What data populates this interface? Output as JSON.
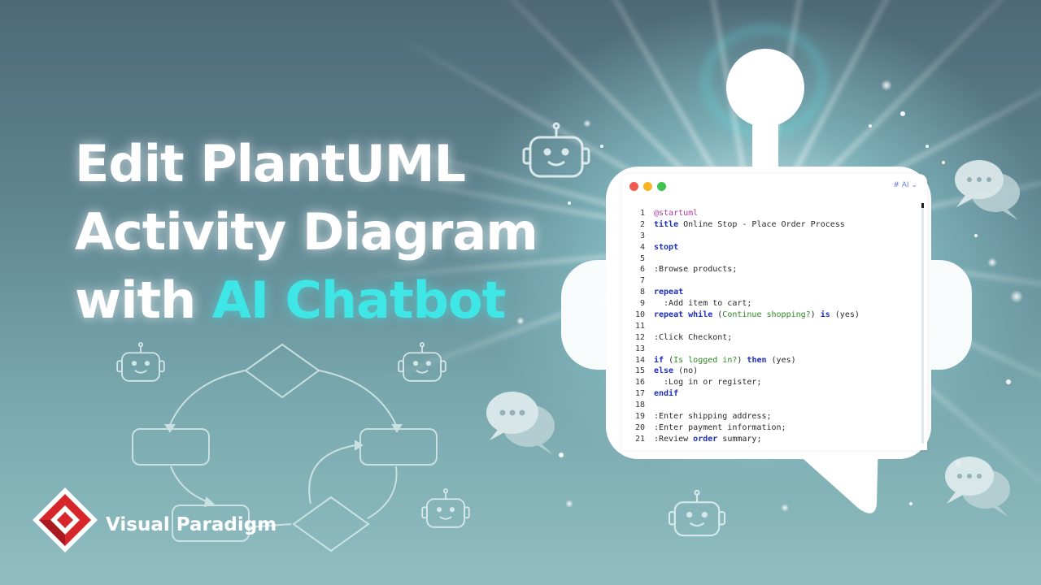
{
  "headline": {
    "line1": "Edit PlantUML",
    "line2": "Activity Diagram",
    "line3_prefix": "with ",
    "line3_accent": "AI Chatbot"
  },
  "editor": {
    "ai_label": "# AI ⌄",
    "lines": [
      {
        "n": "1",
        "parts": [
          {
            "t": "@startuml",
            "c": "dir"
          }
        ]
      },
      {
        "n": "2",
        "parts": [
          {
            "t": "title",
            "c": "kw"
          },
          {
            "t": " Online Stop - Place Order Process",
            "c": ""
          }
        ]
      },
      {
        "n": "3",
        "parts": []
      },
      {
        "n": "4",
        "parts": [
          {
            "t": "stopt",
            "c": "kw"
          }
        ]
      },
      {
        "n": "5",
        "parts": []
      },
      {
        "n": "6",
        "parts": [
          {
            "t": ":Browse products;",
            "c": ""
          }
        ]
      },
      {
        "n": "7",
        "parts": []
      },
      {
        "n": "8",
        "parts": [
          {
            "t": "repeat",
            "c": "kw"
          }
        ]
      },
      {
        "n": "9",
        "parts": [
          {
            "t": "  :Add item to cart;",
            "c": ""
          }
        ]
      },
      {
        "n": "10",
        "parts": [
          {
            "t": "repeat while",
            "c": "kw"
          },
          {
            "t": " (",
            "c": ""
          },
          {
            "t": "Continue shopping?",
            "c": "str"
          },
          {
            "t": ") ",
            "c": ""
          },
          {
            "t": "is",
            "c": "kw"
          },
          {
            "t": " (yes)",
            "c": ""
          }
        ]
      },
      {
        "n": "11",
        "parts": []
      },
      {
        "n": "12",
        "parts": [
          {
            "t": ":Click Checkont;",
            "c": ""
          }
        ]
      },
      {
        "n": "13",
        "parts": []
      },
      {
        "n": "14",
        "parts": [
          {
            "t": "if",
            "c": "kw"
          },
          {
            "t": " (",
            "c": ""
          },
          {
            "t": "Is logged in?",
            "c": "str"
          },
          {
            "t": ") ",
            "c": ""
          },
          {
            "t": "then",
            "c": "kw"
          },
          {
            "t": " (yes)",
            "c": ""
          }
        ]
      },
      {
        "n": "15",
        "parts": [
          {
            "t": "else",
            "c": "kw"
          },
          {
            "t": " (no)",
            "c": ""
          }
        ]
      },
      {
        "n": "16",
        "parts": [
          {
            "t": "  :Log in or register;",
            "c": ""
          }
        ]
      },
      {
        "n": "17",
        "parts": [
          {
            "t": "endif",
            "c": "kw"
          }
        ]
      },
      {
        "n": "18",
        "parts": []
      },
      {
        "n": "19",
        "parts": [
          {
            "t": ":Enter shipping address;",
            "c": ""
          }
        ]
      },
      {
        "n": "20",
        "parts": [
          {
            "t": ":Enter payment information;",
            "c": ""
          }
        ]
      },
      {
        "n": "21",
        "parts": [
          {
            "t": ":Review ",
            "c": ""
          },
          {
            "t": "order",
            "c": "kw"
          },
          {
            "t": " summary;",
            "c": ""
          }
        ]
      }
    ]
  },
  "logo": {
    "name": "Visual Paradigm"
  },
  "icons": {
    "robot": "robot-icon",
    "chat": "chat-bubble-icon",
    "logo": "visual-paradigm-logo-icon"
  },
  "colors": {
    "accent": "#3fe6e6",
    "brand_red": "#d6262c",
    "keyword": "#1d2fb8",
    "string": "#2e8a24"
  }
}
